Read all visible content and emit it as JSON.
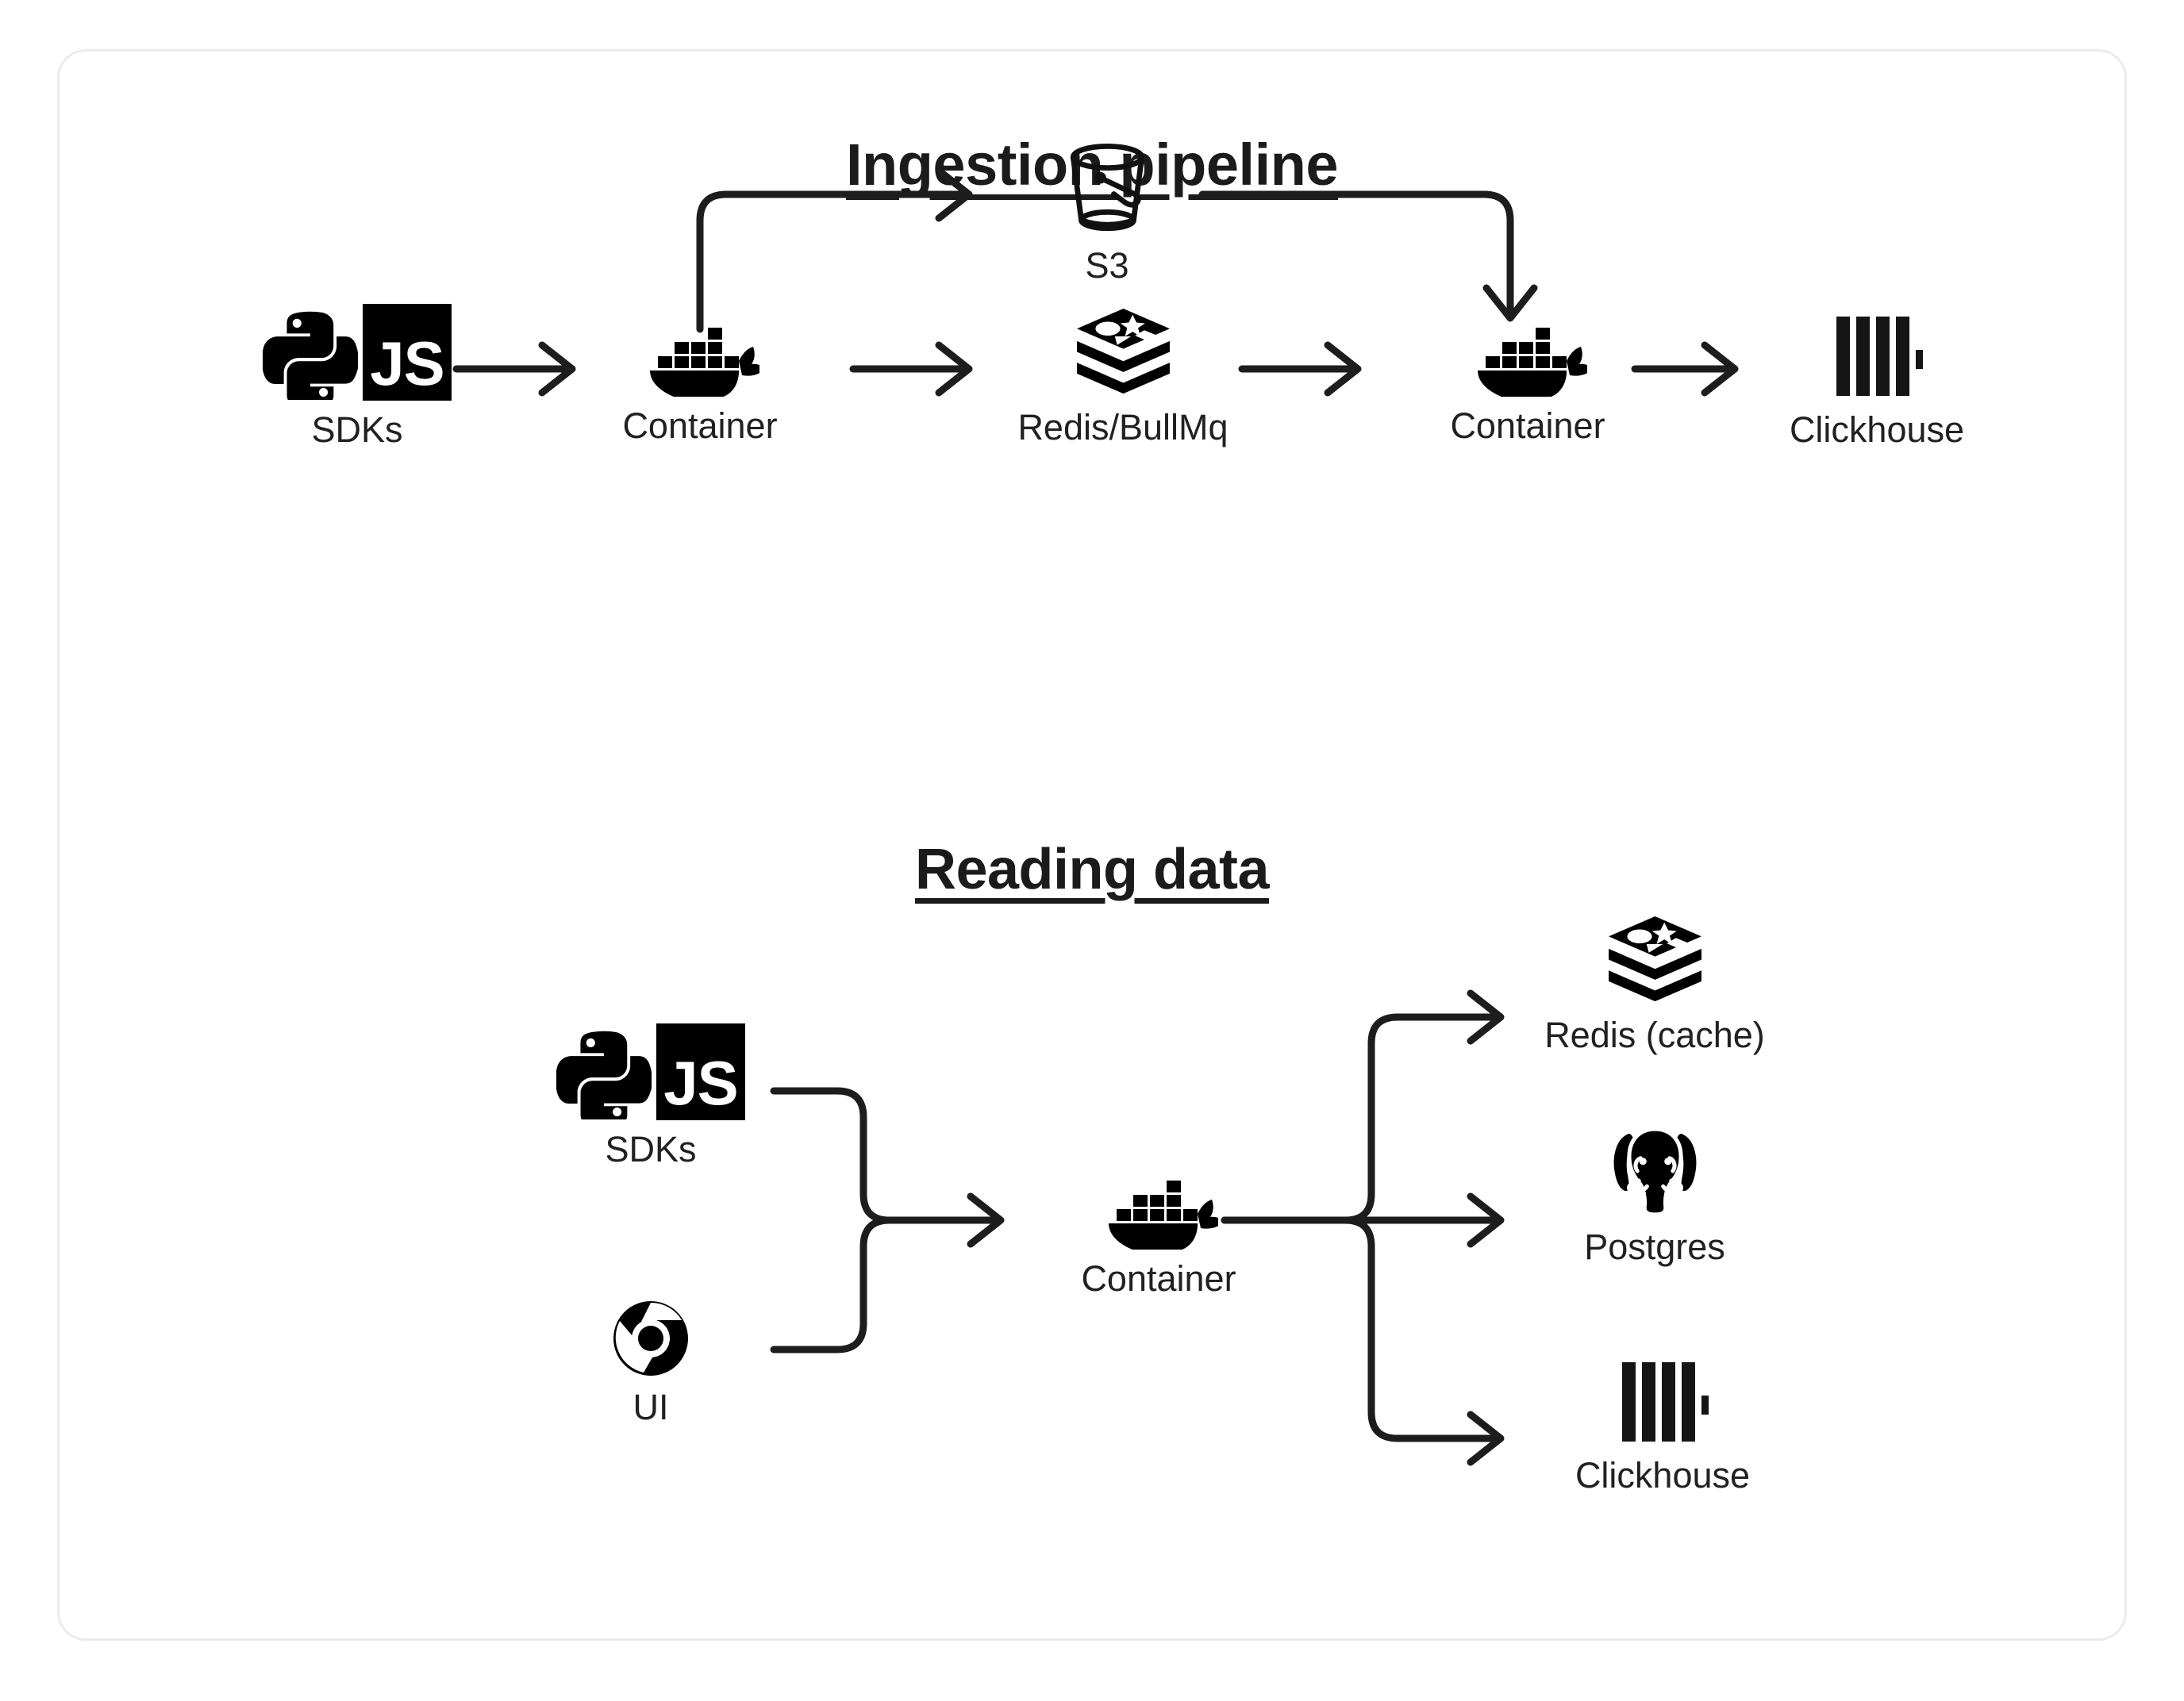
{
  "diagram": {
    "sections": [
      {
        "id": "ingestion",
        "title": "Ingestion pipeline",
        "nodes": [
          {
            "id": "sdks-1",
            "label": "SDKs",
            "icon": "python-js-sdk-icon"
          },
          {
            "id": "container-1",
            "label": "Container",
            "icon": "docker-whale-icon"
          },
          {
            "id": "s3",
            "label": "S3",
            "icon": "s3-bucket-icon"
          },
          {
            "id": "redis-bullmq",
            "label": "Redis/BullMq",
            "icon": "redis-stack-icon"
          },
          {
            "id": "container-2",
            "label": "Container",
            "icon": "docker-whale-icon"
          },
          {
            "id": "clickhouse-1",
            "label": "Clickhouse",
            "icon": "clickhouse-bars-icon"
          }
        ],
        "edges": [
          {
            "from": "sdks-1",
            "to": "container-1"
          },
          {
            "from": "container-1",
            "to": "s3"
          },
          {
            "from": "container-1",
            "to": "redis-bullmq"
          },
          {
            "from": "s3",
            "to": "container-2"
          },
          {
            "from": "redis-bullmq",
            "to": "container-2"
          },
          {
            "from": "container-2",
            "to": "clickhouse-1"
          }
        ]
      },
      {
        "id": "reading",
        "title": "Reading data",
        "nodes": [
          {
            "id": "sdks-2",
            "label": "SDKs",
            "icon": "python-js-sdk-icon"
          },
          {
            "id": "ui",
            "label": "UI",
            "icon": "chrome-browser-icon"
          },
          {
            "id": "container-3",
            "label": "Container",
            "icon": "docker-whale-icon"
          },
          {
            "id": "redis-cache",
            "label": "Redis (cache)",
            "icon": "redis-stack-icon"
          },
          {
            "id": "postgres",
            "label": "Postgres",
            "icon": "postgres-elephant-icon"
          },
          {
            "id": "clickhouse-2",
            "label": "Clickhouse",
            "icon": "clickhouse-bars-icon"
          }
        ],
        "edges": [
          {
            "from": "sdks-2",
            "to": "container-3"
          },
          {
            "from": "ui",
            "to": "container-3"
          },
          {
            "from": "container-3",
            "to": "redis-cache"
          },
          {
            "from": "container-3",
            "to": "postgres"
          },
          {
            "from": "container-3",
            "to": "clickhouse-2"
          }
        ]
      }
    ],
    "js_badge_text": "JS",
    "colors": {
      "ink": "#1d1d1d",
      "label": "#212121",
      "card_border": "#ebebeb",
      "background": "#ffffff"
    }
  }
}
